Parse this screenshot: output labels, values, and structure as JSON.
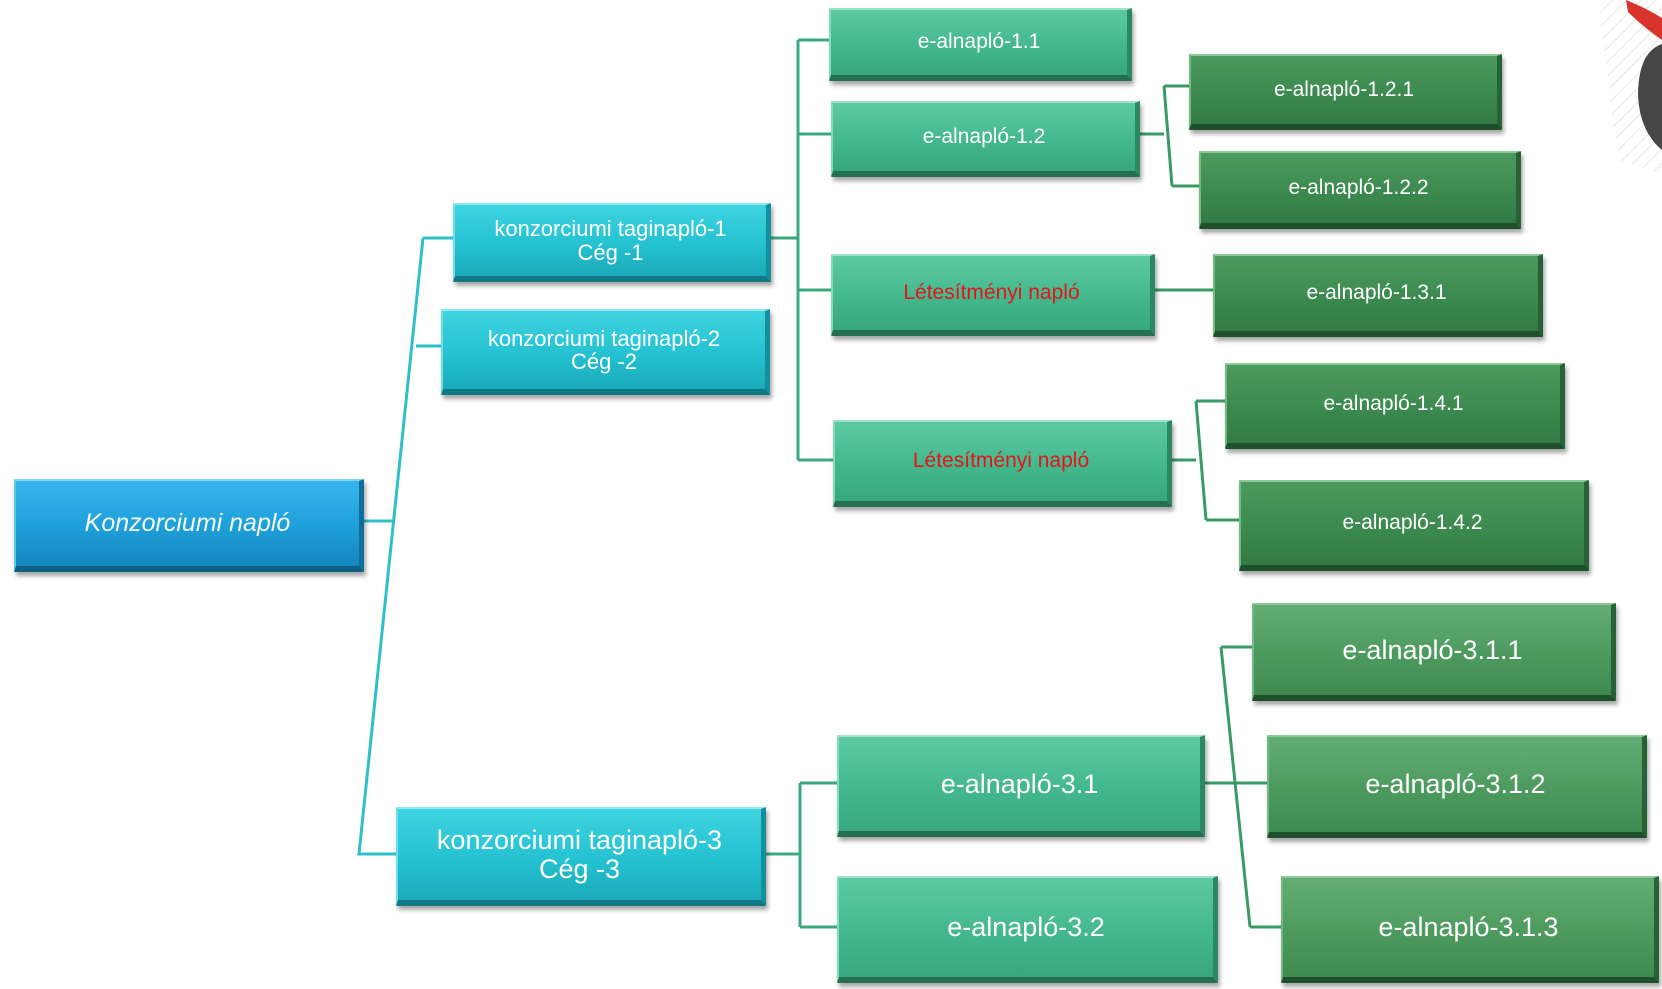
{
  "diagram": {
    "root": {
      "label": "Konzorciumi napló"
    },
    "members": [
      {
        "line1": "konzorciumi taginapló-1",
        "line2": "Cég -1"
      },
      {
        "line1": "konzorciumi taginapló-2",
        "line2": "Cég -2"
      },
      {
        "line1": "konzorciumi taginapló-3",
        "line2": "Cég -3"
      }
    ],
    "member1_children": [
      {
        "label": "e-alnapló-1.1"
      },
      {
        "label": "e-alnapló-1.2"
      },
      {
        "label": "Létesítményi napló"
      },
      {
        "label": "Létesítményi napló"
      }
    ],
    "member1_leaves": [
      {
        "label": "e-alnapló-1.2.1"
      },
      {
        "label": "e-alnapló-1.2.2"
      },
      {
        "label": "e-alnapló-1.3.1"
      },
      {
        "label": "e-alnapló-1.4.1"
      },
      {
        "label": "e-alnapló-1.4.2"
      }
    ],
    "member3_children": [
      {
        "label": "e-alnapló-3.1"
      },
      {
        "label": "e-alnapló-3.2"
      }
    ],
    "member3_leaves": [
      {
        "label": "e-alnapló-3.1.1"
      },
      {
        "label": "e-alnapló-3.1.2"
      },
      {
        "label": "e-alnapló-3.1.3"
      }
    ]
  },
  "colors": {
    "connector": "#2fbfc8",
    "connector_green": "#3a9a63",
    "facility_text": "#e5141b"
  },
  "decorations": {
    "corner_logo_icon": "red-logo-icon"
  }
}
